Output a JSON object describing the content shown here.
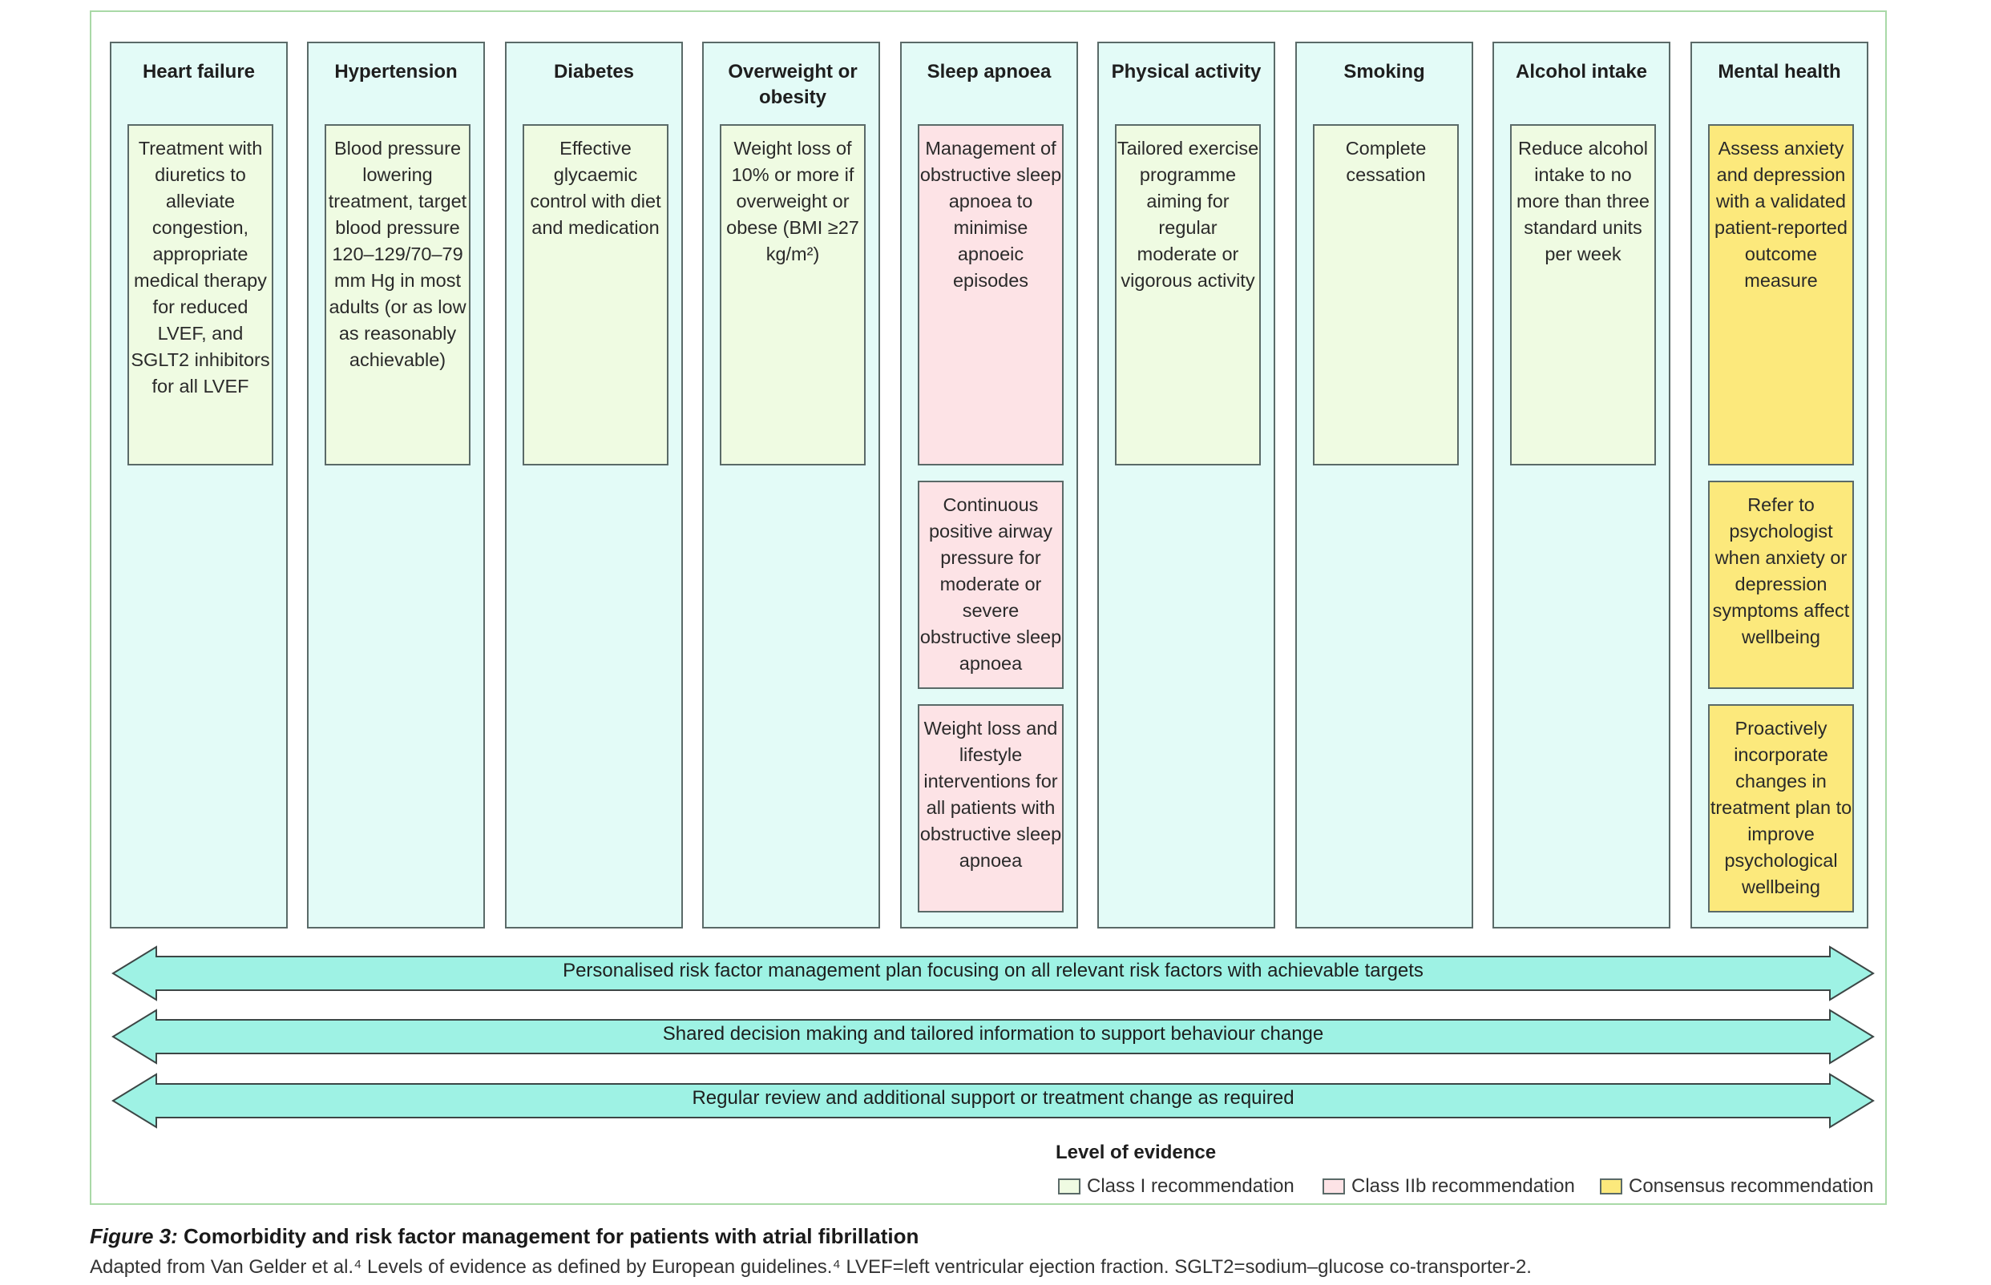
{
  "columns": [
    {
      "title": "Heart failure",
      "boxes": [
        {
          "text": "Treatment with diuretics to alleviate congestion, appropriate medical therapy for reduced LVEF, and SGLT2 inhibitors for all LVEF",
          "level": "Class I recommendation"
        }
      ]
    },
    {
      "title": "Hypertension",
      "boxes": [
        {
          "text": "Blood pressure lowering treatment, target blood pressure 120–129/70–79 mm Hg in most adults (or as low as reasonably achievable)",
          "level": "Class I recommendation"
        }
      ]
    },
    {
      "title": "Diabetes",
      "boxes": [
        {
          "text": "Effective glycaemic control with diet and medication",
          "level": "Class I recommendation"
        }
      ]
    },
    {
      "title": "Overweight or obesity",
      "boxes": [
        {
          "text": "Weight loss of 10% or more if overweight or obese (BMI ≥27 kg/m²)",
          "level": "Class I recommendation"
        }
      ]
    },
    {
      "title": "Sleep apnoea",
      "boxes": [
        {
          "text": "Management of obstructive sleep apnoea to minimise apnoeic episodes",
          "level": "Class IIb recommendation"
        },
        {
          "text": "Continuous positive airway pressure for moderate or severe obstructive sleep apnoea",
          "level": "Class IIb recommendation"
        },
        {
          "text": "Weight loss and lifestyle interventions for all patients with obstructive sleep apnoea",
          "level": "Class IIb recommendation"
        }
      ]
    },
    {
      "title": "Physical activity",
      "boxes": [
        {
          "text": "Tailored exercise programme aiming for regular moderate or vigorous activity",
          "level": "Class I recommendation"
        }
      ]
    },
    {
      "title": "Smoking",
      "boxes": [
        {
          "text": "Complete cessation",
          "level": "Class I recommendation"
        }
      ]
    },
    {
      "title": "Alcohol intake",
      "boxes": [
        {
          "text": "Reduce alcohol intake to no more than three standard units per week",
          "level": "Class I recommendation"
        }
      ]
    },
    {
      "title": "Mental health",
      "boxes": [
        {
          "text": "Assess anxiety and depression with a validated patient-reported outcome measure",
          "level": "Consensus recommendation"
        },
        {
          "text": "Refer to psychologist when anxiety or depression symptoms affect wellbeing",
          "level": "Consensus recommendation"
        },
        {
          "text": "Proactively incorporate changes in treatment plan to improve psychological wellbeing",
          "level": "Consensus recommendation"
        }
      ]
    }
  ],
  "bands": [
    "Personalised risk factor management plan focusing on all relevant risk factors with achievable targets",
    "Shared decision making and tailored information to support behaviour change",
    "Regular review and additional support or treatment change as required"
  ],
  "legend": {
    "title": "Level of evidence",
    "items": [
      {
        "label": "Class I recommendation",
        "color": "#effbe2"
      },
      {
        "label": "Class IIb recommendation",
        "color": "#fde3e6"
      },
      {
        "label": "Consensus recommendation",
        "color": "#fce97c"
      }
    ]
  },
  "caption": {
    "figure_label": "Figure 3:",
    "title": "Comorbidity and risk factor management for patients with atrial fibrillation",
    "note": "Adapted from Van Gelder et al.⁴ Levels of evidence as defined by European guidelines.⁴ LVEF=left ventricular ejection fraction. SGLT2=sodium–glucose co-transporter-2."
  },
  "colors": {
    "column_bg": "#e3fbf7",
    "band_fill": "#9ef2e4",
    "frame_border": "#a9d9a7"
  }
}
